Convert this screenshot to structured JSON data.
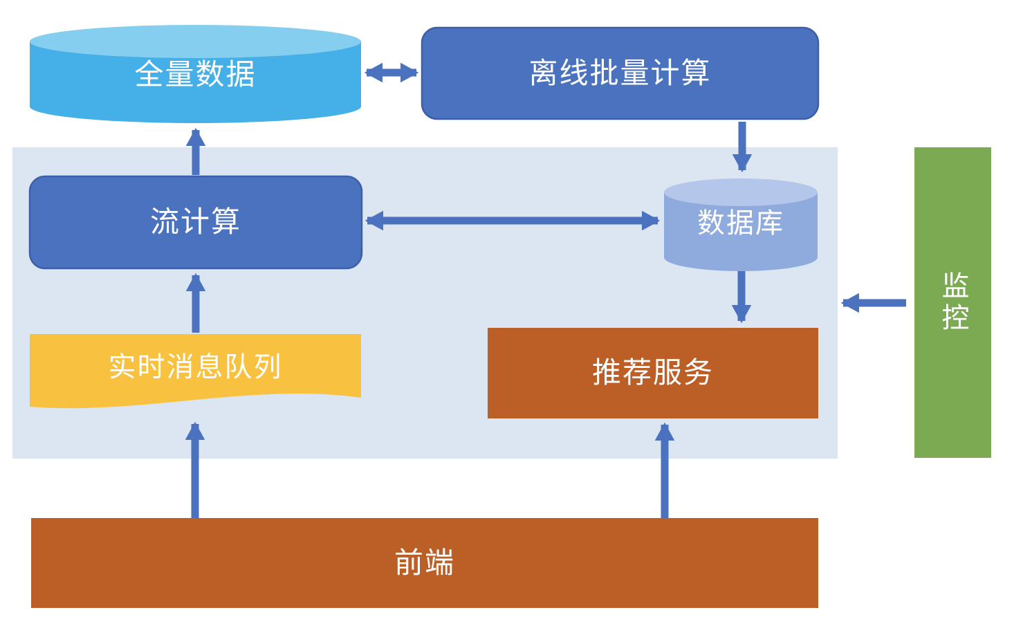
{
  "diagram": {
    "description": "Recommendation system architecture diagram",
    "nodes": {
      "full_data": {
        "label": "全量数据",
        "shape": "cylinder",
        "color": "#45AFE7",
        "top_color": "#86CEF0"
      },
      "offline_batch": {
        "label": "离线批量计算",
        "shape": "rounded-rect",
        "color": "#4A72BF",
        "border_color": "#3D5FA8"
      },
      "stream_compute": {
        "label": "流计算",
        "shape": "rounded-rect",
        "color": "#4A72BF",
        "border_color": "#3D5FA8"
      },
      "database": {
        "label": "数据库",
        "shape": "cylinder",
        "color": "#8FAADC",
        "top_color": "#B4C6EA"
      },
      "realtime_queue": {
        "label": "实时消息队列",
        "shape": "wave",
        "color": "#F8C13F"
      },
      "recommend_service": {
        "label": "推荐服务",
        "shape": "rect",
        "color": "#BB5F27"
      },
      "frontend": {
        "label": "前端",
        "shape": "rect",
        "color": "#BB5F27"
      },
      "monitoring": {
        "label": "监控",
        "shape": "rect",
        "color": "#7BAA52",
        "text_orientation": "vertical"
      },
      "realtime_layer": {
        "label": "",
        "shape": "panel",
        "color": "#DCE6F2"
      }
    },
    "edges": [
      {
        "from": "full_data",
        "to": "offline_batch",
        "direction": "bidirectional"
      },
      {
        "from": "stream_compute",
        "to": "full_data",
        "direction": "one-way"
      },
      {
        "from": "offline_batch",
        "to": "database",
        "direction": "one-way"
      },
      {
        "from": "stream_compute",
        "to": "database",
        "direction": "bidirectional"
      },
      {
        "from": "realtime_queue",
        "to": "stream_compute",
        "direction": "one-way"
      },
      {
        "from": "database",
        "to": "recommend_service",
        "direction": "one-way"
      },
      {
        "from": "frontend",
        "to": "realtime_queue",
        "direction": "one-way"
      },
      {
        "from": "frontend",
        "to": "recommend_service",
        "direction": "one-way"
      },
      {
        "from": "monitoring",
        "to": "realtime_layer",
        "direction": "one-way"
      }
    ],
    "colors": {
      "arrow": "#4A72BF",
      "panel_background": "#DCE6F2",
      "page_background": "#FFFFFF",
      "label_text": "#FFFFFF"
    }
  }
}
